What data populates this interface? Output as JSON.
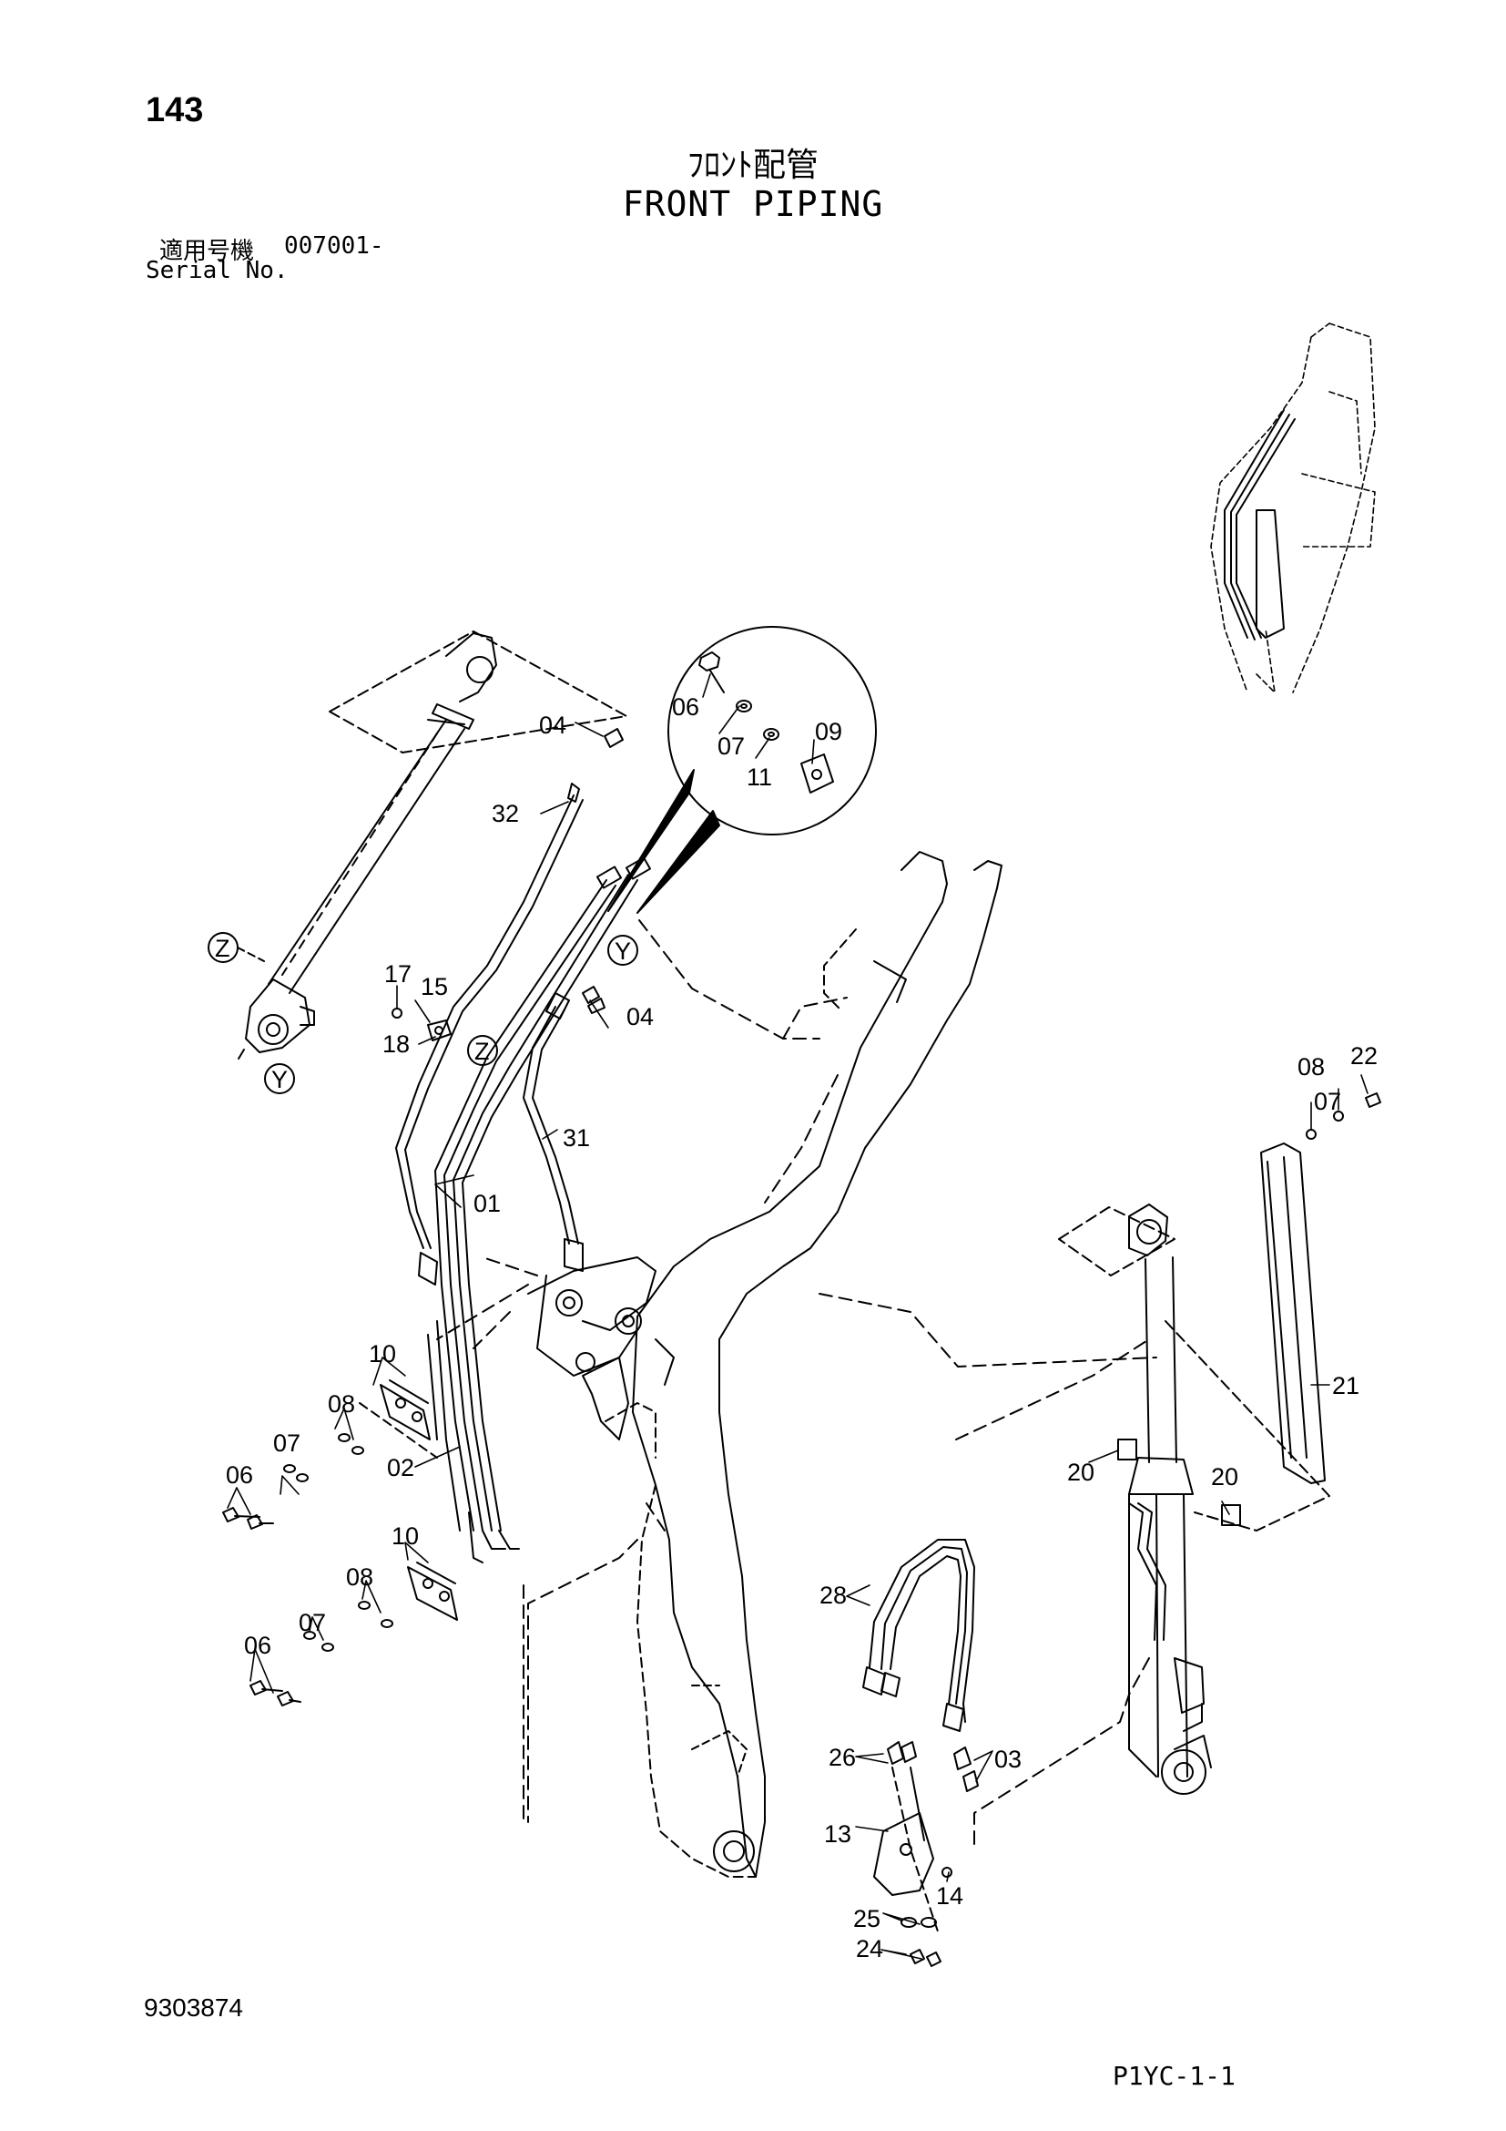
{
  "header": {
    "page_number": "143",
    "title_jp": "ﾌﾛﾝﾄ配管",
    "title_en": "FRONT PIPING",
    "serial_label_jp": "適用号機",
    "serial_value": "007001-",
    "serial_label_en": "Serial No."
  },
  "callouts": [
    "01",
    "02",
    "03",
    "04",
    "04",
    "06",
    "06",
    "06",
    "07",
    "07",
    "07",
    "07",
    "08",
    "08",
    "08",
    "09",
    "10",
    "10",
    "11",
    "13",
    "14",
    "15",
    "17",
    "18",
    "20",
    "20",
    "21",
    "22",
    "24",
    "25",
    "26",
    "28",
    "31",
    "32"
  ],
  "view_markers": [
    "Z",
    "Z",
    "Y",
    "Y"
  ],
  "footer": {
    "drawing_id": "9303874",
    "page_code": "P1YC-1-1"
  }
}
